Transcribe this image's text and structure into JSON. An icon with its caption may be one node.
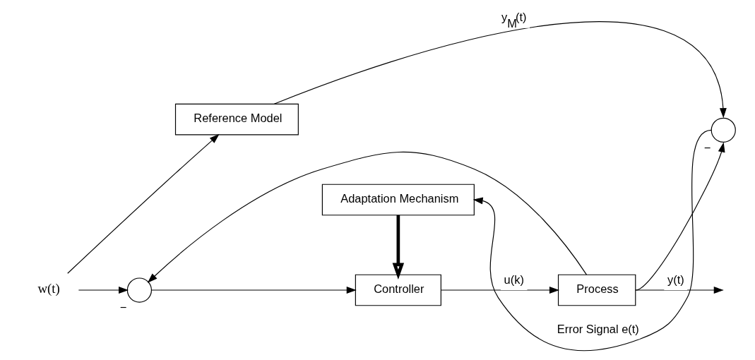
{
  "diagram": {
    "nodes": [
      {
        "text": [
          "Reference Model"
        ]
      },
      {
        "text": [
          "Adaptation Mechanism"
        ]
      },
      {
        "text": [
          "Controller"
        ]
      },
      {
        "text": [
          "Process"
        ]
      },
      {
        "text": [],
        "shape": "circle",
        "beside": [
          "−"
        ]
      },
      {
        "text": [],
        "shape": "circle",
        "beside": [
          "−"
        ]
      },
      {
        "text": [
          "w(t)"
        ]
      }
    ],
    "edges": [
      {
        "from": 6,
        "to": 5,
        "arrow": "to"
      },
      {
        "from": 6,
        "to": 0,
        "arrow": "to"
      },
      {
        "from": 0,
        "to": 4,
        "arrow": "to",
        "label": "y$_{M}$(t)"
      },
      {
        "from": 4,
        "to": 1,
        "arrow": "to",
        "label": "Error Signal e(t)"
      },
      {
        "from": 1,
        "to": 2,
        "arrow": "to",
        "style": "thick"
      },
      {
        "from": 5,
        "to": 2,
        "arrow": "to"
      },
      {
        "from": 2,
        "to": 3,
        "arrow": "to",
        "label": "u(k)"
      },
      {
        "from": 3,
        "to": 4,
        "arrow": "to"
      },
      {
        "from": 3,
        "to": 5,
        "arrow": "to"
      },
      {
        "from": 3,
        "to": null,
        "arrow": "to",
        "label": "y(t)"
      }
    ]
  }
}
